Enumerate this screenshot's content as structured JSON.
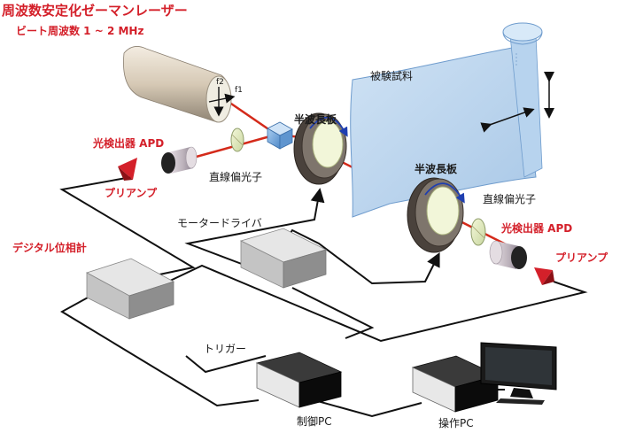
{
  "labels": {
    "laser_title": "周波数安定化ゼーマンレーザー",
    "beat_freq": "ビート周波数 1 ~ 2 MHz",
    "f2": "f2",
    "f1": "f1",
    "sample": "被験試料",
    "half_wave_top": "半波長板",
    "half_wave_right": "半波長板",
    "detector_left": "光検出器 APD",
    "detector_right": "光検出器 APD",
    "polarizer_left": "直線偏光子",
    "polarizer_right": "直線偏光子",
    "preamp_left": "プリアンプ",
    "preamp_right": "プリアンプ",
    "motor_driver": "モータードライバ",
    "digital_phase_meter": "デジタル位相計",
    "trigger": "トリガー",
    "control_pc": "制御PC",
    "operation_pc": "操作PC"
  },
  "colors": {
    "red_label": "#d4202a",
    "laser_beam": "#d42a1a",
    "sample_fill": "#bcd6ee",
    "sample_edge": "#6f9ccd"
  }
}
